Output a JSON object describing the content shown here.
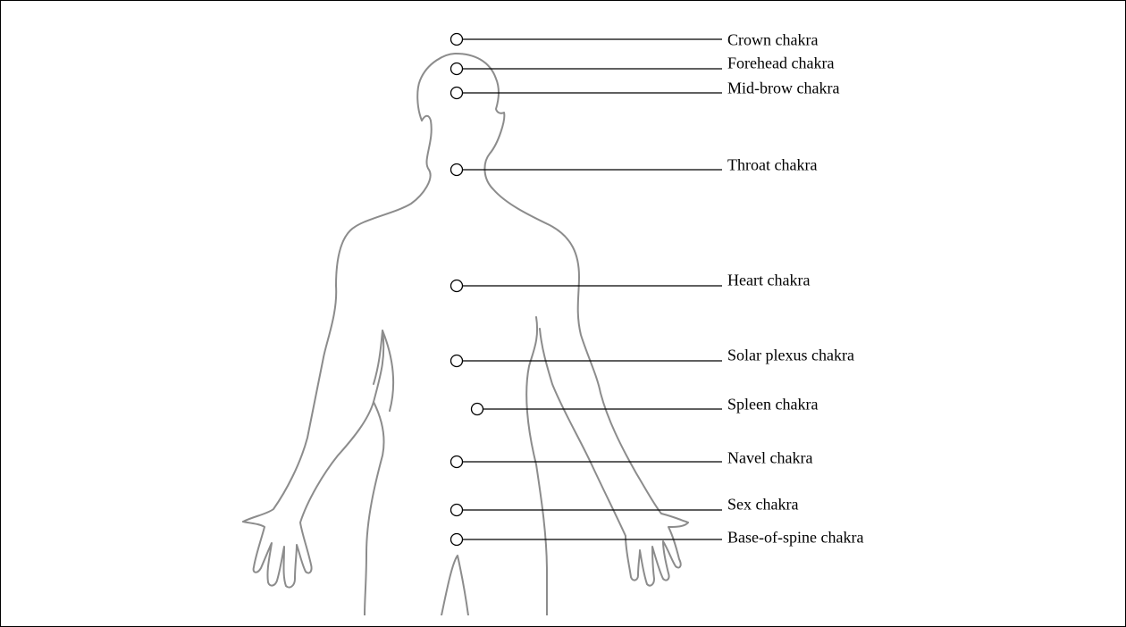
{
  "diagram": {
    "colors": {
      "outline": "#8c8c8c",
      "leader": "#000000",
      "text": "#000000",
      "background": "#ffffff"
    },
    "chakras": [
      {
        "id": "crown",
        "label": "Crown chakra"
      },
      {
        "id": "forehead",
        "label": "Forehead chakra"
      },
      {
        "id": "mid-brow",
        "label": "Mid-brow chakra"
      },
      {
        "id": "throat",
        "label": "Throat chakra"
      },
      {
        "id": "heart",
        "label": "Heart chakra"
      },
      {
        "id": "solar-plexus",
        "label": "Solar plexus chakra"
      },
      {
        "id": "spleen",
        "label": "Spleen chakra"
      },
      {
        "id": "navel",
        "label": "Navel chakra"
      },
      {
        "id": "sex",
        "label": "Sex chakra"
      },
      {
        "id": "base-of-spine",
        "label": "Base-of-spine chakra"
      }
    ]
  }
}
